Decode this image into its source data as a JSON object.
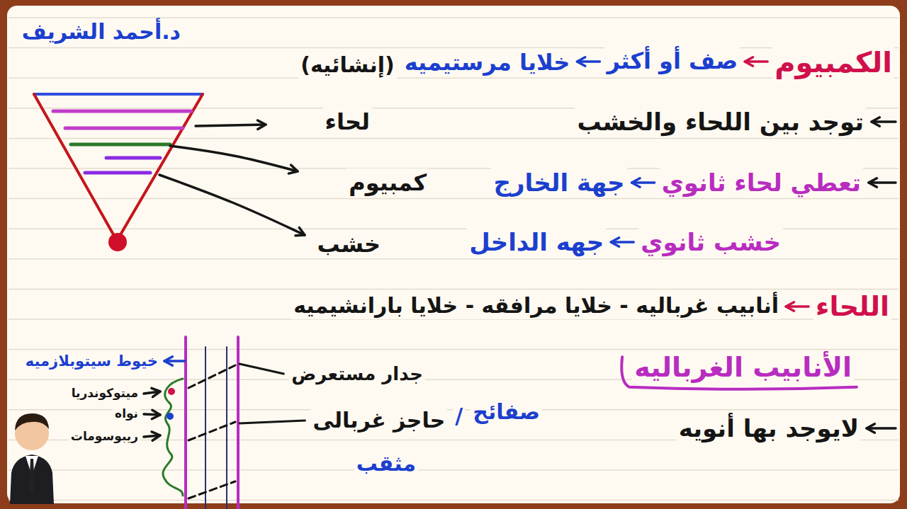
{
  "diagram": {
    "labels": [
      "الكمبيوم",
      "صف أو أكثر",
      "خلايا مرستيميه",
      "(إنشائيه)",
      "توجد بين اللحاء والخشب",
      "تعطي لحاء ثانوي",
      "جهة الخارج",
      "خشب ثانوي",
      "جهه الداخل",
      "لحاء",
      "كمبيوم",
      "خشب",
      "اللحاء",
      "أنابيب غرباليه - خلايا مرافقه - خلايا بارانشيميه",
      "الأنابيب الغرباليه",
      "لايوجد بها أنويه",
      "خيوط سيتوبلازميه",
      "ميتوكوندريا",
      "نواه",
      "ريبوسومات",
      "جدار مستعرض",
      "صفائح",
      "/",
      "حاجز غربالى",
      "مثقب",
      "د.أحمد الشريف"
    ]
  }
}
